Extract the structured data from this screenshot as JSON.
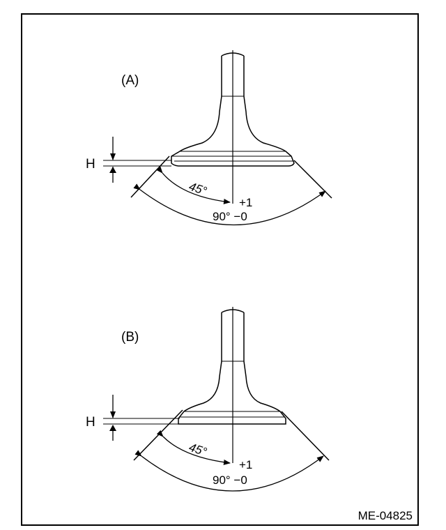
{
  "figure": {
    "code": "ME-04825",
    "views": [
      {
        "label": "(A)",
        "h_label": "H",
        "seat_angle": "45°",
        "tol_plus": "+1",
        "face_angle": "90° −0"
      },
      {
        "label": "(B)",
        "h_label": "H",
        "seat_angle": "45°",
        "tol_plus": "+1",
        "face_angle": "90° −0"
      }
    ]
  }
}
